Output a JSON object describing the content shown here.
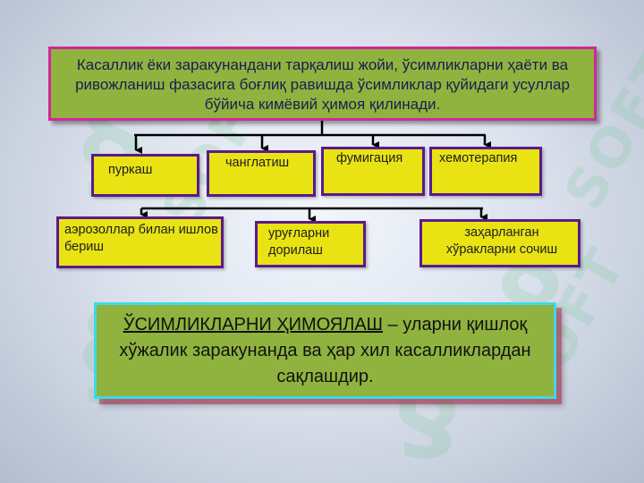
{
  "watermark": {
    "text": "SOFT",
    "symbol": "§"
  },
  "top_box": {
    "text": "Касаллик ёки заракунандани тарқалиш жойи, ўсимликларни ҳаёти ва ривожланиш фазасига боғлиқ равишда ўсимликлар қуйидаги усуллар бўйича кимёвий ҳимоя қилинади."
  },
  "methods": [
    {
      "label": "пуркаш"
    },
    {
      "label": "чанглатиш"
    },
    {
      "label": "фумигация"
    },
    {
      "label": "хемотерапия"
    }
  ],
  "methods_row2": [
    {
      "label": "аэрозоллар билан ишлов бериш"
    },
    {
      "label": "уруғларни дорилаш"
    },
    {
      "label": "заҳарланган хўракларни сочиш"
    }
  ],
  "definition": {
    "term": "ЎСИМЛИКЛАРНИ ҲИМОЯЛАШ",
    "rest": " – уларни қишлоқ хўжалик заракунанда ва ҳар хил касалликлардан сақлашдир."
  },
  "colors": {
    "green_fill": "#8fb33e",
    "yellow_fill": "#e9e313",
    "magenta_border": "#d2269a",
    "purple_border": "#5a1a8c",
    "cyan_border": "#3fd9e6"
  }
}
